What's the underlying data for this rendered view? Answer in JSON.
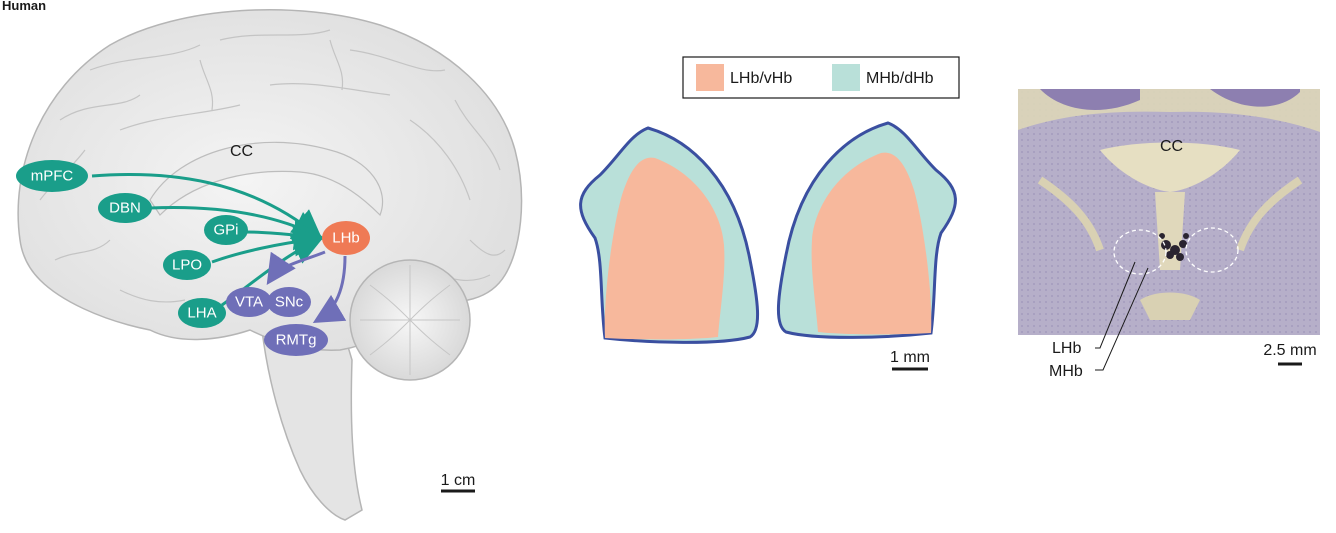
{
  "panel_heading": "Human",
  "colors": {
    "input_node": "#1a9e8a",
    "output_node": "#6f6fb8",
    "lhb_node": "#ef7a55",
    "lhb_region": "#f7b89c",
    "mhb_region": "#b9e0d9",
    "habenula_outline": "#3a4fa0"
  },
  "brain": {
    "cc_label": "CC",
    "input_nodes": [
      {
        "label": "mPFC"
      },
      {
        "label": "DBN"
      },
      {
        "label": "GPi"
      },
      {
        "label": "LPO"
      },
      {
        "label": "LHA"
      }
    ],
    "target_node": {
      "label": "LHb"
    },
    "output_nodes": [
      {
        "label": "VTA"
      },
      {
        "label": "SNc"
      },
      {
        "label": "RMTg"
      }
    ],
    "scale_bar": "1 cm"
  },
  "habenula_schematic": {
    "legend": [
      {
        "label": "LHb/vHb",
        "color": "#f7b89c"
      },
      {
        "label": "MHb/dHb",
        "color": "#b9e0d9"
      }
    ],
    "scale_bar": "1 mm"
  },
  "histology": {
    "cc_label": "CC",
    "labels": [
      "LHb",
      "MHb"
    ],
    "scale_bar": "2.5 mm"
  }
}
